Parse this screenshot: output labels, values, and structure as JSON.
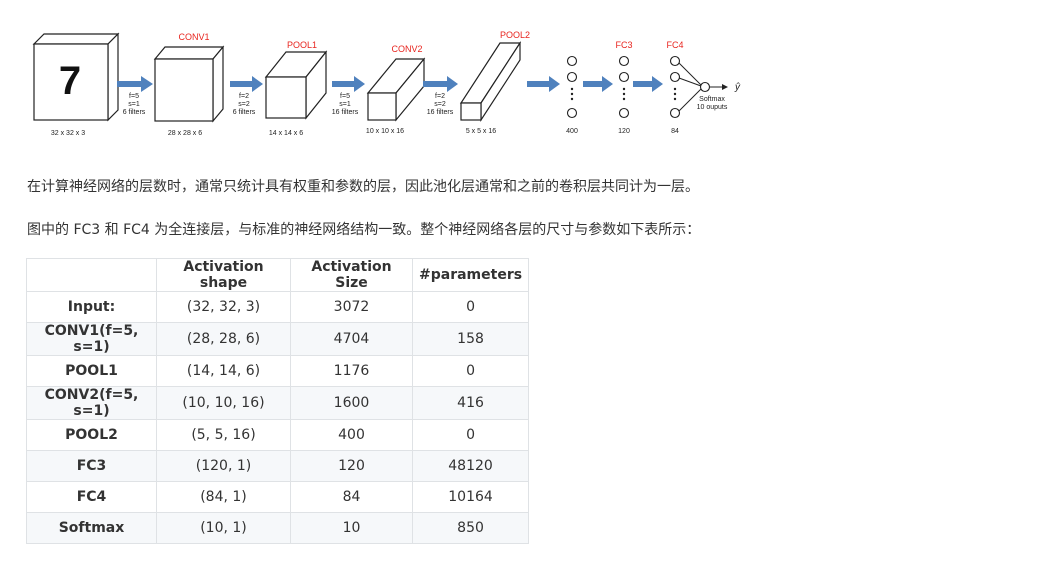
{
  "diagram": {
    "input_digit": "7",
    "layer_titles": {
      "conv1": "CONV1",
      "pool1": "POOL1",
      "conv2": "CONV2",
      "pool2": "POOL2",
      "fc3": "FC3",
      "fc4": "FC4"
    },
    "dims": {
      "input": "32 x 32 x 3",
      "conv1": "28 x 28 x 6",
      "pool1": "14 x 14 x 6",
      "conv2": "10 x 10 x 16",
      "pool2": "5 x 5 x 16",
      "fc_400": "400",
      "fc3": "120",
      "fc4": "84"
    },
    "arrow_labels": {
      "a1": [
        "f=5",
        "s=1",
        "6 filters"
      ],
      "a2": [
        "f=2",
        "s=2",
        "6 filters"
      ],
      "a3": [
        "f=5",
        "s=1",
        "16 filters"
      ],
      "a4": [
        "f=2",
        "s=2",
        "16 filters"
      ]
    },
    "softmax_label": [
      "Softmax",
      "10 ouputs"
    ],
    "output_symbol": "ŷ",
    "colors": {
      "arrow": "#4f81bd",
      "title_red": "#e8251f",
      "stroke": "#222222"
    }
  },
  "text": {
    "para1": "在计算神经网络的层数时，通常只统计具有权重和参数的层，因此池化层通常和之前的卷积层共同计为一层。",
    "para2": "图中的 FC3 和 FC4 为全连接层，与标准的神经网络结构一致。整个神经网络各层的尺寸与参数如下表所示："
  },
  "table": {
    "headers": [
      "",
      "Activation shape",
      "Activation Size",
      "#parameters"
    ],
    "rows": [
      [
        "Input:",
        "(32, 32, 3)",
        "3072",
        "0"
      ],
      [
        "CONV1(f=5, s=1)",
        "(28, 28, 6)",
        "4704",
        "158"
      ],
      [
        "POOL1",
        "(14, 14, 6)",
        "1176",
        "0"
      ],
      [
        "CONV2(f=5, s=1)",
        "(10, 10, 16)",
        "1600",
        "416"
      ],
      [
        "POOL2",
        "(5, 5, 16)",
        "400",
        "0"
      ],
      [
        "FC3",
        "(120, 1)",
        "120",
        "48120"
      ],
      [
        "FC4",
        "(84, 1)",
        "84",
        "10164"
      ],
      [
        "Softmax",
        "(10, 1)",
        "10",
        "850"
      ]
    ]
  }
}
